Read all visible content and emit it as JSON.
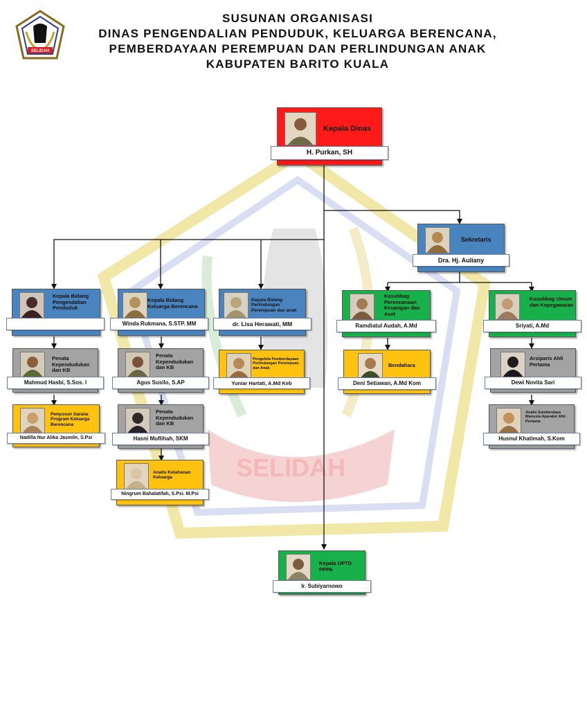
{
  "header": {
    "line1": "SUSUNAN ORGANISASI",
    "line2": "DINAS PENGENDALIAN PENDUDUK, KELUARGA BERENCANA,",
    "line3": "PEMBERDAYAAN PEREMPUAN DAN PERLINDUNGAN ANAK",
    "line4": "KABUPATEN BARITO KUALA",
    "logo_text": "SELIDAH"
  },
  "watermark": {
    "text": "SELIDAH"
  },
  "colors": {
    "red": "#ff1a1a",
    "blue": "#4a84bf",
    "green": "#17b04a",
    "gray": "#a3a3a3",
    "yellow": "#ffc20e"
  },
  "nodes": {
    "kadis": {
      "role": "Kepala Dinas",
      "name": "H. Purkan, SH"
    },
    "sekretaris": {
      "role": "Sekretaris",
      "name": "Dra. Hj. Auliany"
    },
    "kabid_pp": {
      "role": "Kepala Bidang Pengendalian Penduduk",
      "name": ""
    },
    "kabid_kb": {
      "role": "Kepala Bidang Keluarga Berencana",
      "name": "Winda Rukmana, S.STP. MM"
    },
    "kabid_ppa": {
      "role": "Kepala Bidang Perlindungan Perempuan dan anak",
      "name": "dr. Lisa Herawati, MM"
    },
    "kasubbag_keu": {
      "role": "Kasubbag Perencanaan Keuangan dan Aset",
      "name": "Ramdiatul Audah, A.Md"
    },
    "kasubbag_umum": {
      "role": "Kasubbag Umum dan Kepegawaian",
      "name": "Sriyati, A.Md"
    },
    "penata1": {
      "role": "Penata Kependudukan dan KB",
      "name": "Mahmud Hasbi, S.Sos. I"
    },
    "penyusun": {
      "role": "Penyusun Sarana Program Keluarga Berencana",
      "name": "Nadilla Nur Alika Jasmiln, S.Psi"
    },
    "penata2": {
      "role": "Penata Kependudukan dan KB",
      "name": "Agus Susilo, S.AP"
    },
    "penata3": {
      "role": "Penata Kependudukan dan KB",
      "name": "Hasni Muflihah, SKM"
    },
    "analis_ketahanan": {
      "role": "Analis Ketahanan Keluarga",
      "name": "Ningrum Bahalatifah, S.Psi. M.Psi"
    },
    "pengelola": {
      "role": "Pengelola Pemberdayaan Perlindungan Perempuan dan Anak",
      "name": "Yuniar Hartati, A.Md Keb"
    },
    "bendahara": {
      "role": "Bendahara",
      "name": "Deni Setiawan, A.Md Kom"
    },
    "arsiparis": {
      "role": "Arsiparis Ahli Pertama",
      "name": "Dewi Novita Sari"
    },
    "analis_sdm": {
      "role": "Analis Sumberdaya Manusia Aparatur Ahli Pertama",
      "name": "Husnul Khatimah, S.Kom"
    },
    "uptd": {
      "role": "Kepala UPTD PPPA",
      "name": "Ir. Subiyarnowo"
    }
  }
}
